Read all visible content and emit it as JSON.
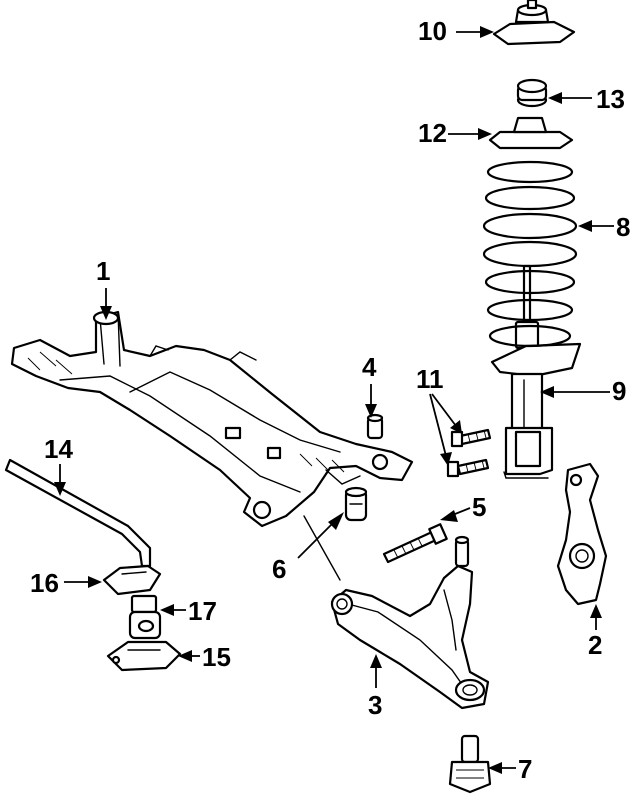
{
  "diagram": {
    "callouts": {
      "c1": "1",
      "c2": "2",
      "c3": "3",
      "c4": "4",
      "c5": "5",
      "c6": "6",
      "c7": "7",
      "c8": "8",
      "c9": "9",
      "c10": "10",
      "c11": "11",
      "c12": "12",
      "c13": "13",
      "c14": "14",
      "c15": "15",
      "c16": "16",
      "c17": "17"
    },
    "line_color": "#000000",
    "background": "#ffffff"
  }
}
